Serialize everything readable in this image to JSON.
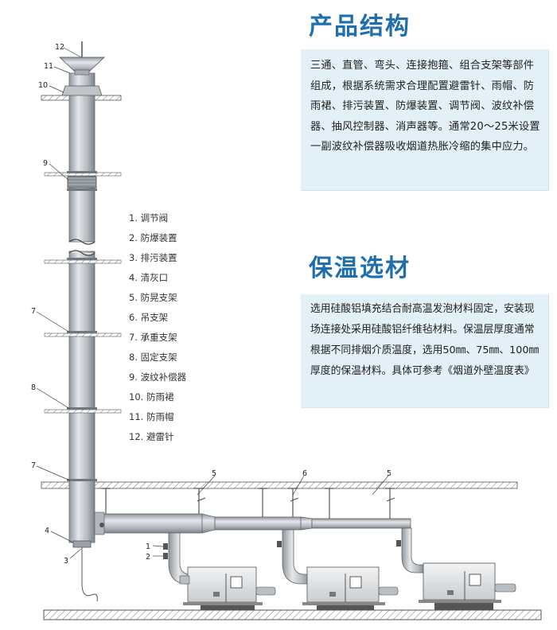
{
  "sections": [
    {
      "title": "产品结构",
      "body": "三通、直管、弯头、连接抱箍、组合支架等部件组成，根据系统需求合理配置避雷针、雨帽、防雨裙、排污装置、防爆装置、调节阀、波纹补偿器、抽风控制器、消声器等。通常20～25米设置一副波纹补偿器吸收烟道热胀冷缩的集中应力。"
    },
    {
      "title": "保温选材",
      "body": "选用硅酸铝填充结合耐高温发泡材料固定，安装现场连接处采用硅酸铝纤维毡材料。保温层厚度通常根据不同排烟介质温度，选用50㎜、75㎜、100㎜厚度的保温材料。具体可参考《烟道外壁温度表》"
    }
  ],
  "legend": [
    "1. 调节阀",
    "2. 防爆装置",
    "3. 排污装置",
    "4. 清灰口",
    "5. 防晃支架",
    "6. 吊支架",
    "7. 承重支架",
    "8. 固定支架",
    "9. 波纹补偿器",
    "10. 防雨裙",
    "11. 防雨帽",
    "12. 避雷针"
  ],
  "callouts": {
    "n12": "12",
    "n11": "11",
    "n10": "10",
    "n9": "9",
    "n7a": "7",
    "n8": "8",
    "n7b": "7",
    "n4": "4",
    "n3": "3",
    "n5a": "5",
    "n6": "6",
    "n5b": "5",
    "n1": "1",
    "n2": "2"
  },
  "colors": {
    "heading": "#1f6fae",
    "panel": "#e3f0f7",
    "pipe": "#c2c7cd",
    "line": "#333333"
  }
}
